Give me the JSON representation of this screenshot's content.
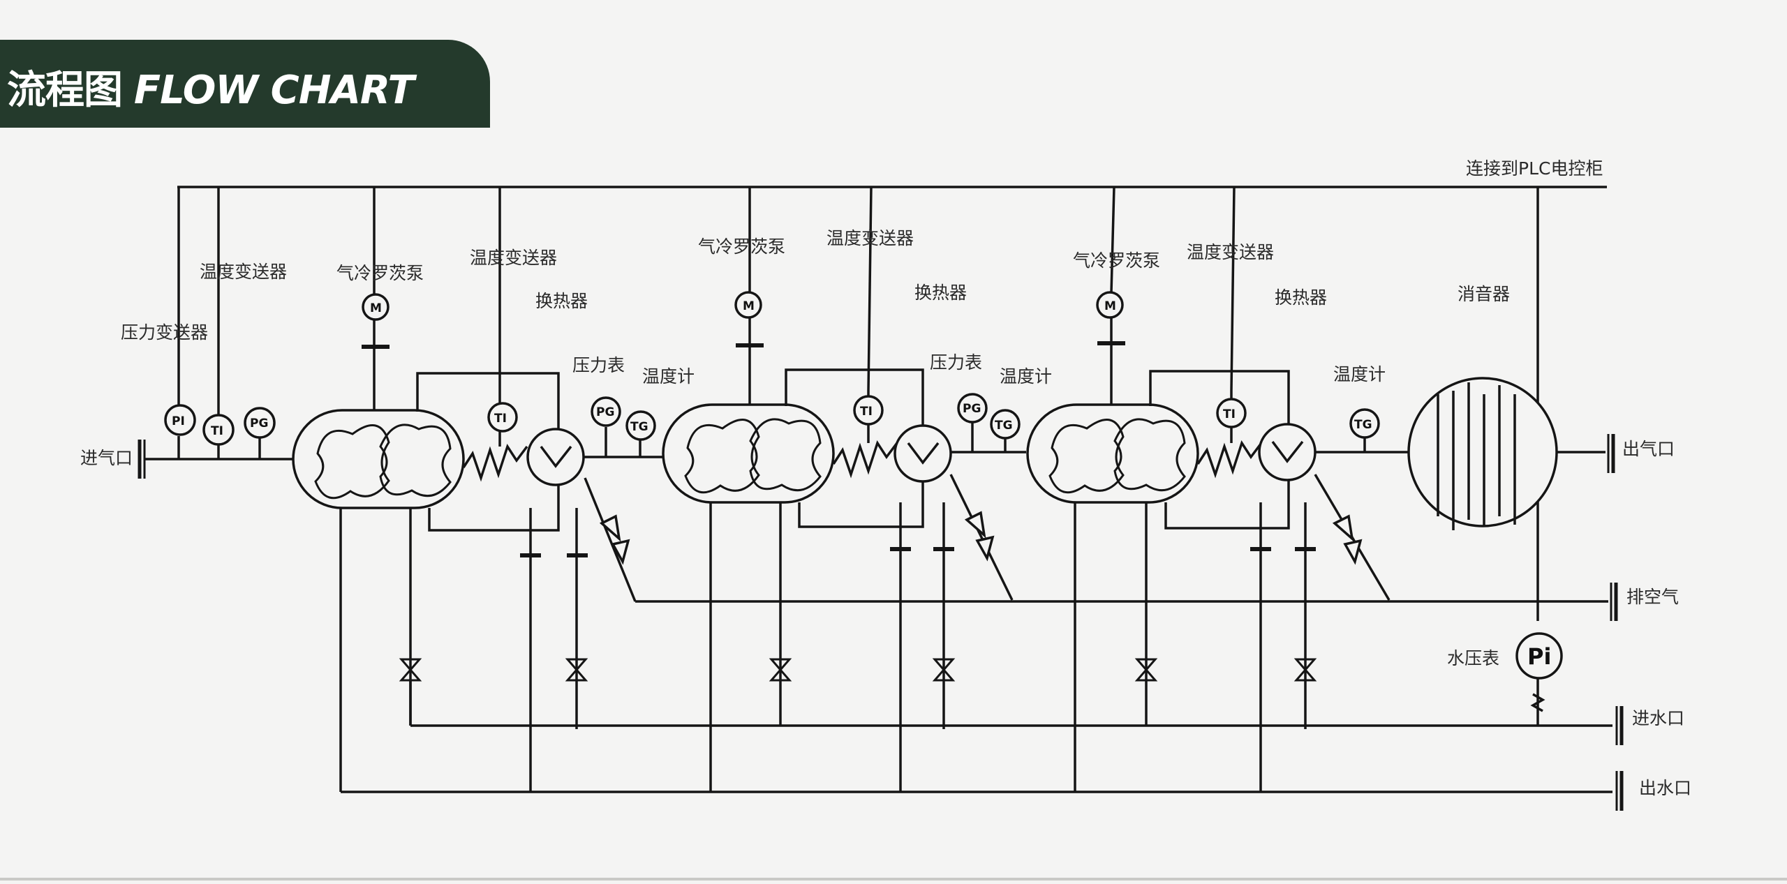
{
  "header": {
    "title_zh": "流程图",
    "title_en": "FLOW CHART"
  },
  "labels": {
    "plc_cabinet": "连接到PLC电控柜",
    "inlet_air": "进气口",
    "outlet_air": "出气口",
    "exhaust": "排空气",
    "water_in": "进水口",
    "water_out": "出水口",
    "water_pressure_gauge": "水压表",
    "silencer": "消音器",
    "stages": [
      {
        "pump": "气冷罗茨泵",
        "temp_transmitter": "温度变送器",
        "heat_exchanger": "换热器",
        "pressure_gauge": "压力表",
        "thermometer": "温度计"
      },
      {
        "pump": "气冷罗茨泵",
        "temp_transmitter": "温度变送器",
        "heat_exchanger": "换热器",
        "pressure_gauge": "压力表",
        "thermometer": "温度计"
      },
      {
        "pump": "气冷罗茨泵",
        "temp_transmitter": "温度变送器",
        "heat_exchanger": "换热器",
        "thermometer": "温度计"
      }
    ],
    "inlet_temp_transmitter": "温度变送器",
    "inlet_pressure_transmitter": "压力变送器"
  },
  "instruments": {
    "pi": "PI",
    "ti": "TI",
    "pg": "PG",
    "tg": "TG",
    "motor": "M",
    "water_pi": "Pi"
  },
  "colors": {
    "header_bg": "#243a2c",
    "line": "#151515",
    "paper": "#f4f4f3"
  }
}
